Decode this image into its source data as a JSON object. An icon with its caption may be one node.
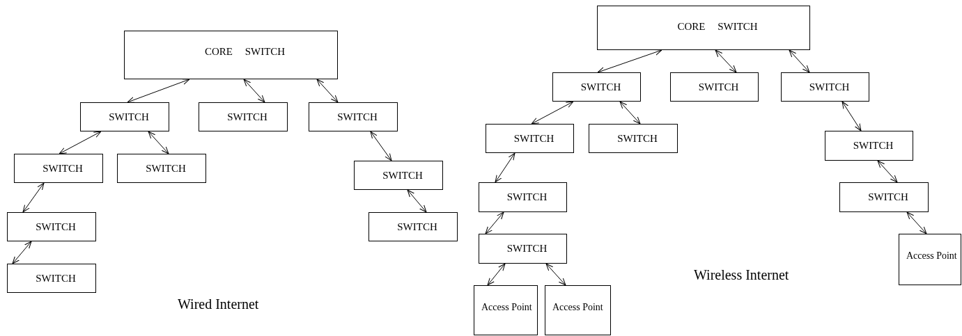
{
  "diagram": {
    "nodes": [
      {
        "text": [
          "CORE SWITCH"
        ]
      },
      {
        "text": [
          "SWITCH"
        ]
      },
      {
        "text": [
          "SWITCH"
        ]
      },
      {
        "text": [
          "SWITCH"
        ]
      },
      {
        "text": [
          "SWITCH"
        ]
      },
      {
        "text": [
          "SWITCH"
        ]
      },
      {
        "text": [
          "SWITCH"
        ]
      },
      {
        "text": [
          "SWITCH"
        ]
      },
      {
        "text": [
          "SWITCH"
        ]
      },
      {
        "text": [
          "SWITCH"
        ]
      },
      {
        "text": [
          "CORE SWITCH"
        ]
      },
      {
        "text": [
          "SWITCH"
        ]
      },
      {
        "text": [
          "SWITCH"
        ]
      },
      {
        "text": [
          "SWITCH"
        ]
      },
      {
        "text": [
          "SWITCH"
        ]
      },
      {
        "text": [
          "SWITCH"
        ]
      },
      {
        "text": [
          "SWITCH"
        ]
      },
      {
        "text": [
          "SWITCH"
        ]
      },
      {
        "text": [
          "SWITCH"
        ]
      },
      {
        "text": [
          "SWITCH"
        ]
      },
      {
        "text": [
          "Access Point"
        ]
      },
      {
        "text": [
          "Access Point"
        ]
      },
      {
        "text": [
          "Access Point"
        ]
      }
    ],
    "edges": [
      {
        "from": 0,
        "to": 1,
        "arrow": "both"
      },
      {
        "from": 0,
        "to": 2,
        "arrow": "both"
      },
      {
        "from": 0,
        "to": 3,
        "arrow": "both"
      },
      {
        "from": 1,
        "to": 4,
        "arrow": "both"
      },
      {
        "from": 1,
        "to": 5,
        "arrow": "both"
      },
      {
        "from": 3,
        "to": 6,
        "arrow": "both"
      },
      {
        "from": 4,
        "to": 7,
        "arrow": "both"
      },
      {
        "from": 6,
        "to": 8,
        "arrow": "both"
      },
      {
        "from": 7,
        "to": 9,
        "arrow": "both"
      },
      {
        "from": 10,
        "to": 11,
        "arrow": "both"
      },
      {
        "from": 10,
        "to": 12,
        "arrow": "both"
      },
      {
        "from": 10,
        "to": 13,
        "arrow": "both"
      },
      {
        "from": 11,
        "to": 14,
        "arrow": "both"
      },
      {
        "from": 11,
        "to": 15,
        "arrow": "both"
      },
      {
        "from": 13,
        "to": 16,
        "arrow": "both"
      },
      {
        "from": 14,
        "to": 17,
        "arrow": "both"
      },
      {
        "from": 16,
        "to": 18,
        "arrow": "both"
      },
      {
        "from": 17,
        "to": 19,
        "arrow": "both"
      },
      {
        "from": 18,
        "to": 22,
        "arrow": "both"
      },
      {
        "from": 19,
        "to": 20,
        "arrow": "both"
      },
      {
        "from": 19,
        "to": 21,
        "arrow": "both"
      }
    ],
    "labels": [
      "Wired Internet",
      "Wireless Internet"
    ]
  }
}
